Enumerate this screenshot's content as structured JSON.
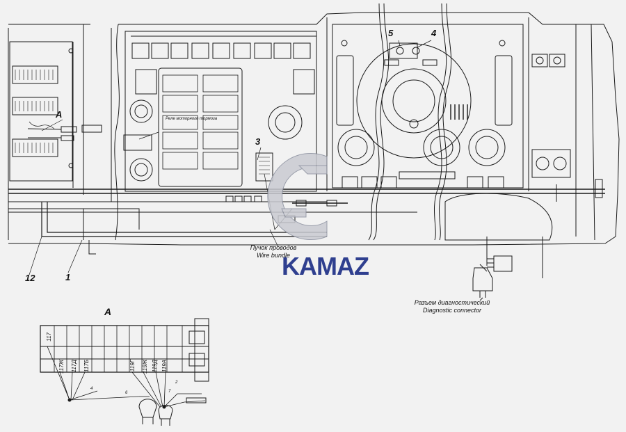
{
  "labels": {
    "n5": "5",
    "n4": "4",
    "n3": "3",
    "nA_top": "A",
    "n12": "12",
    "n1": "1",
    "view_A": "A",
    "relay_caption": "Реле моторного тормоза",
    "bundle_ru": "Пучок проводов",
    "bundle_en": "Wire bundle",
    "diag_ru": "Разъем диагностический",
    "diag_en": "Diagnostic connector"
  },
  "watermark": {
    "text": "KAMAZ",
    "color": "#2f3f8f"
  },
  "detail_wires": [
    "117",
    "117Ж",
    "117Д",
    "117Б",
    "119Г",
    "119Ж",
    "119Д",
    "119А"
  ],
  "detail_small": [
    "4",
    "6",
    "7",
    "2"
  ],
  "colors": {
    "line": "#1a1a1a",
    "bg": "#f2f2f2"
  }
}
